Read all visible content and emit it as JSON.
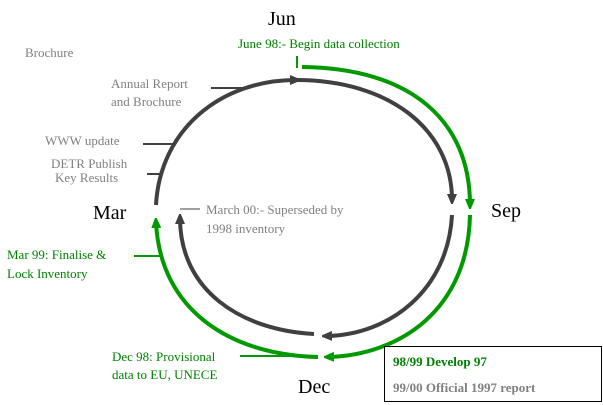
{
  "months": {
    "jun": "Jun",
    "sep": "Sep",
    "dec": "Dec",
    "mar": "Mar"
  },
  "labels": {
    "brochure": "Brochure",
    "annual_report_1": "Annual Report",
    "annual_report_2": "and Brochure",
    "www_update": "WWW update",
    "detr_1": "DETR Publish",
    "detr_2": "Key Results",
    "march00_1": "March 00:- Superseded by",
    "march00_2": "1998 inventory",
    "june98": "June 98:-  Begin data collection",
    "mar99_1": "Mar 99: Finalise &",
    "mar99_2": "Lock Inventory",
    "dec98_1": "Dec 98: Provisional",
    "dec98_2": "data to EU, UNECE"
  },
  "legend": {
    "develop": "98/99 Develop 97",
    "official": "99/00 Official 1997 report"
  },
  "colors": {
    "green": "#009900",
    "dark": "#404040",
    "gray": "#808080"
  }
}
